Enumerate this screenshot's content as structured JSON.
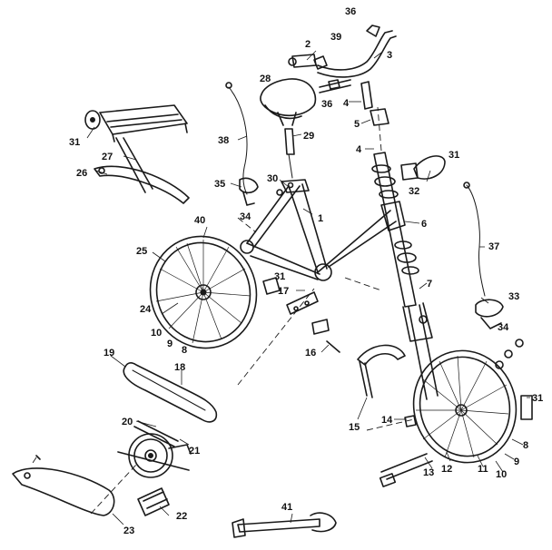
{
  "callouts": {
    "c1": "1",
    "c2": "2",
    "c3": "3",
    "c4a": "4",
    "c4b": "4",
    "c5": "5",
    "c6": "6",
    "c7": "7",
    "c8a": "8",
    "c8b": "8",
    "c9a": "9",
    "c9b": "9",
    "c10a": "10",
    "c10b": "10",
    "c11": "11",
    "c12": "12",
    "c13": "13",
    "c14": "14",
    "c15": "15",
    "c16": "16",
    "c17": "17",
    "c18": "18",
    "c19": "19",
    "c20": "20",
    "c21": "21",
    "c22": "22",
    "c23": "23",
    "c24": "24",
    "c25": "25",
    "c26": "26",
    "c27": "27",
    "c28": "28",
    "c29": "29",
    "c30": "30",
    "c31a": "31",
    "c31b": "31",
    "c31c": "31",
    "c31d": "31",
    "c32": "32",
    "c33": "33",
    "c34a": "34",
    "c34b": "34",
    "c35": "35",
    "c36a": "36",
    "c36b": "36",
    "c37": "37",
    "c38": "38",
    "c39": "39",
    "c40": "40",
    "c41": "41"
  }
}
